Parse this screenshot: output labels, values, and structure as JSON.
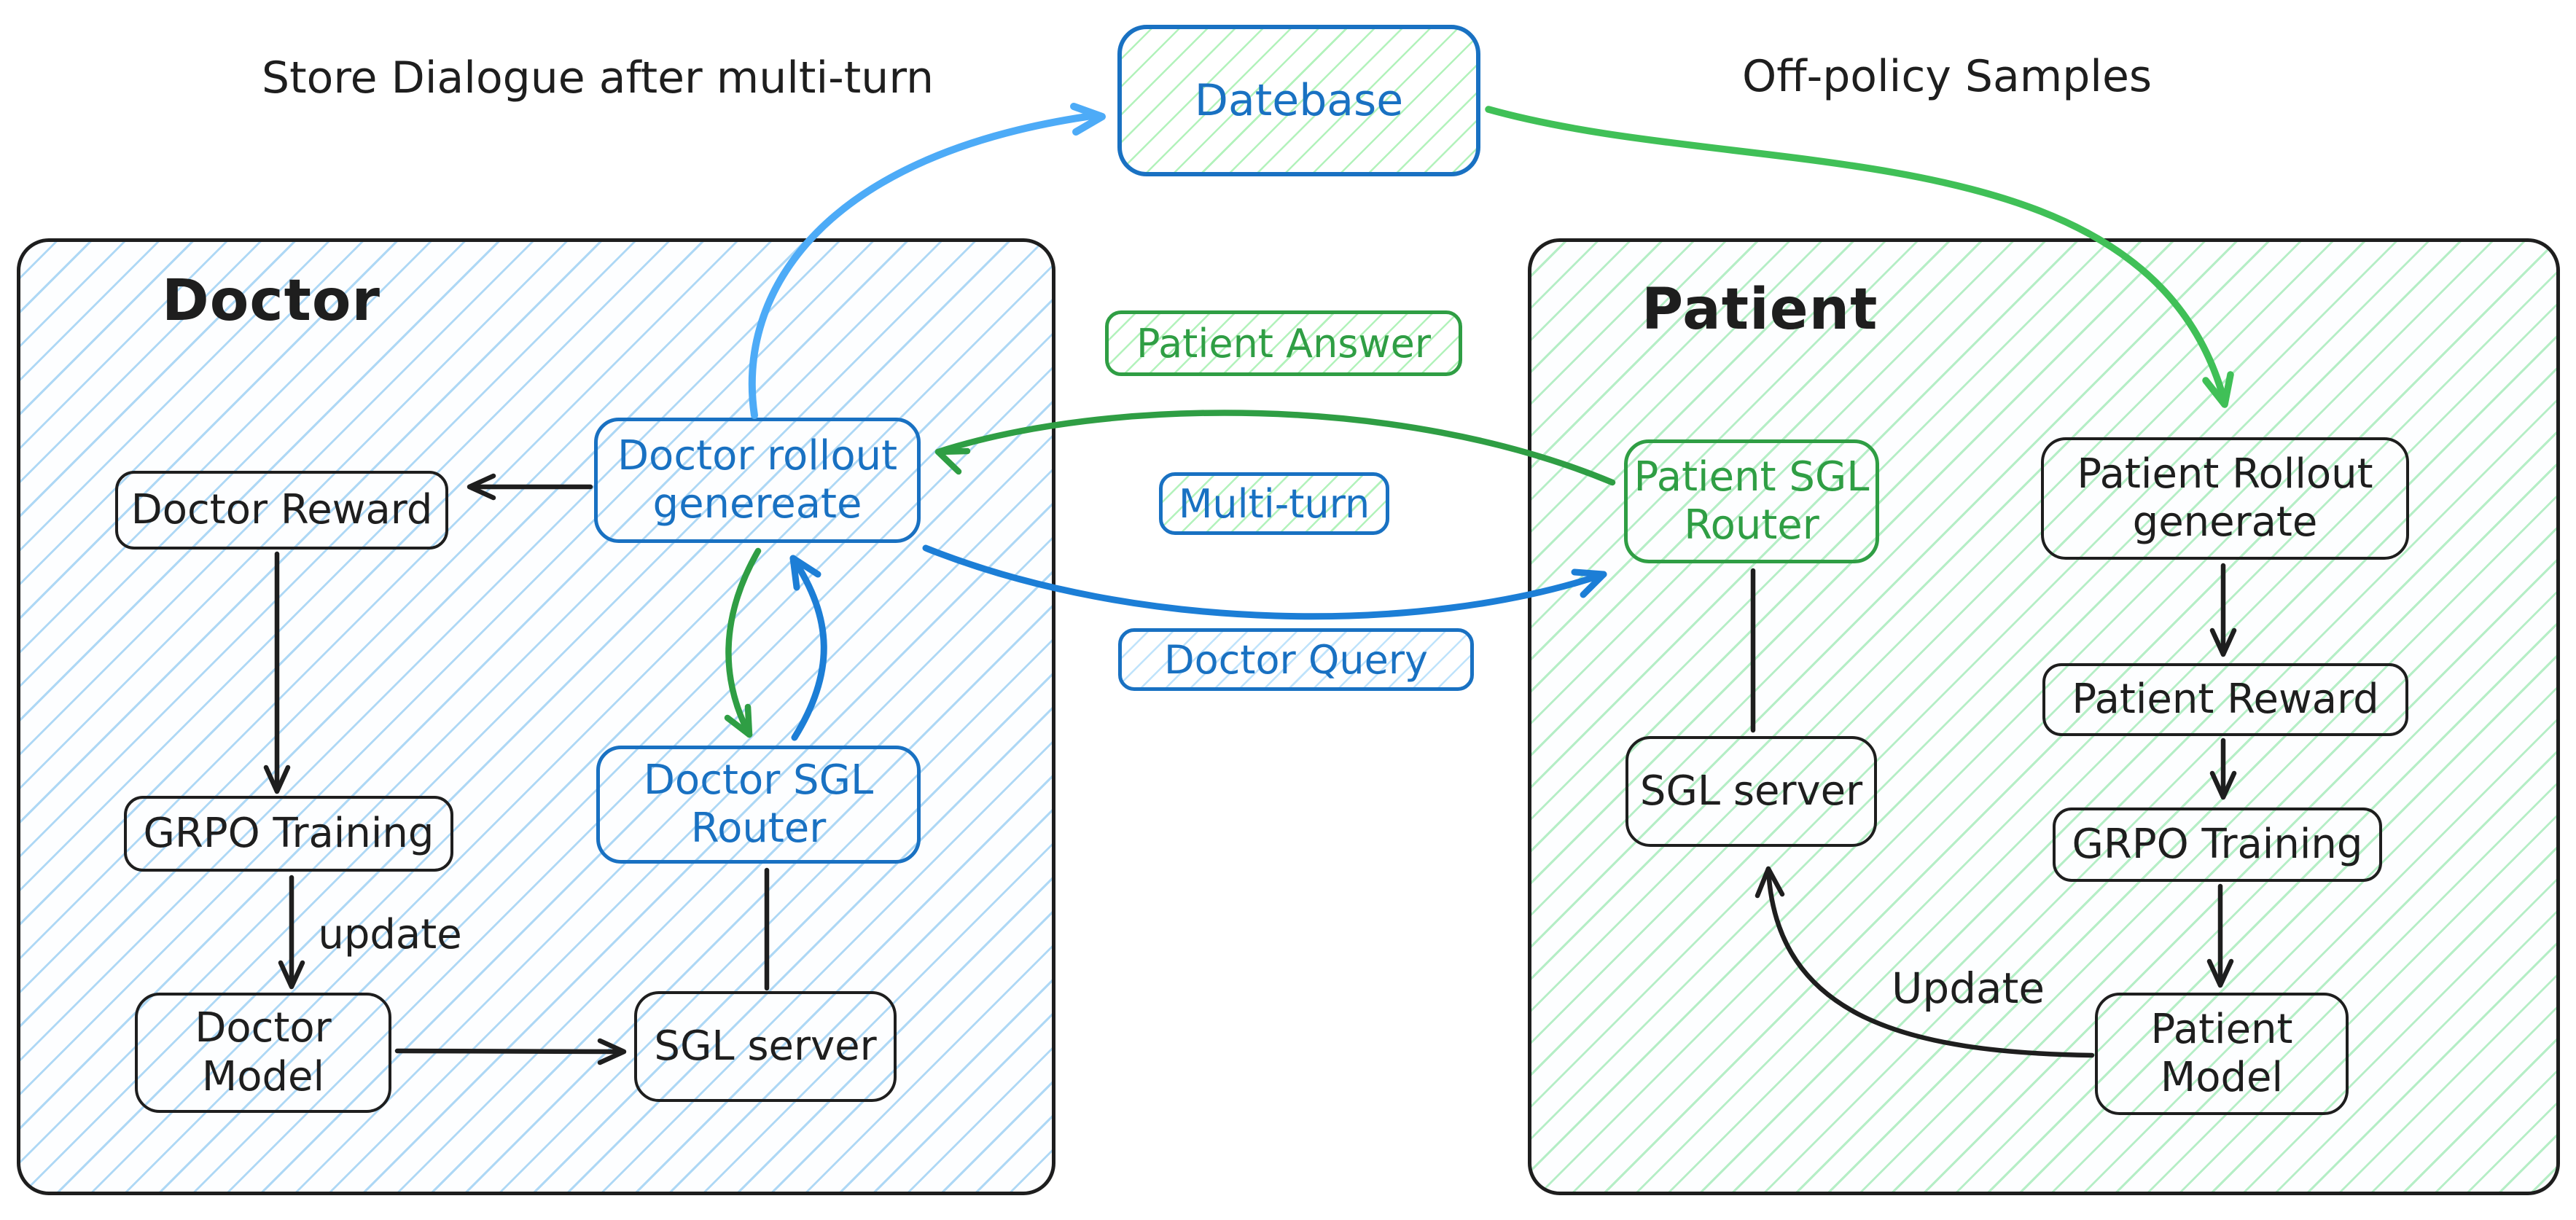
{
  "colors": {
    "ink": "#1e1e1e",
    "blue": "#1971c2",
    "blue-arrow": "#1c7ed6",
    "lightblue": "#4dabf7",
    "green": "#2f9e44",
    "green-arrow": "#40c057",
    "hatch-blue": "#aed8f5",
    "hatch-green": "#b5eec6",
    "hatch-green-light": "#b2f2bb",
    "hatch-blue-light": "#bfe3fb",
    "bg": "#ffffff"
  },
  "annotations": {
    "store_dialogue": "Store Dialogue after multi-turn",
    "off_policy": "Off-policy Samples"
  },
  "database": {
    "label": "Datebase"
  },
  "badges": {
    "patient_answer": "Patient Answer",
    "multi_turn": "Multi-turn",
    "doctor_query": "Doctor Query"
  },
  "doctor": {
    "title": "Doctor",
    "nodes": {
      "reward": "Doctor Reward",
      "rollout": "Doctor rollout\ngenereate",
      "grpo": "GRPO Training",
      "router": "Doctor SGL\nRouter",
      "model": "Doctor\nModel",
      "sgl": "SGL server"
    },
    "update_label": "update"
  },
  "patient": {
    "title": "Patient",
    "nodes": {
      "router": "Patient SGL\nRouter",
      "rollout": "Patient Rollout\ngenerate",
      "reward": "Patient Reward",
      "grpo": "GRPO Training",
      "sgl": "SGL server",
      "model": "Patient\nModel"
    },
    "update_label": "Update"
  }
}
